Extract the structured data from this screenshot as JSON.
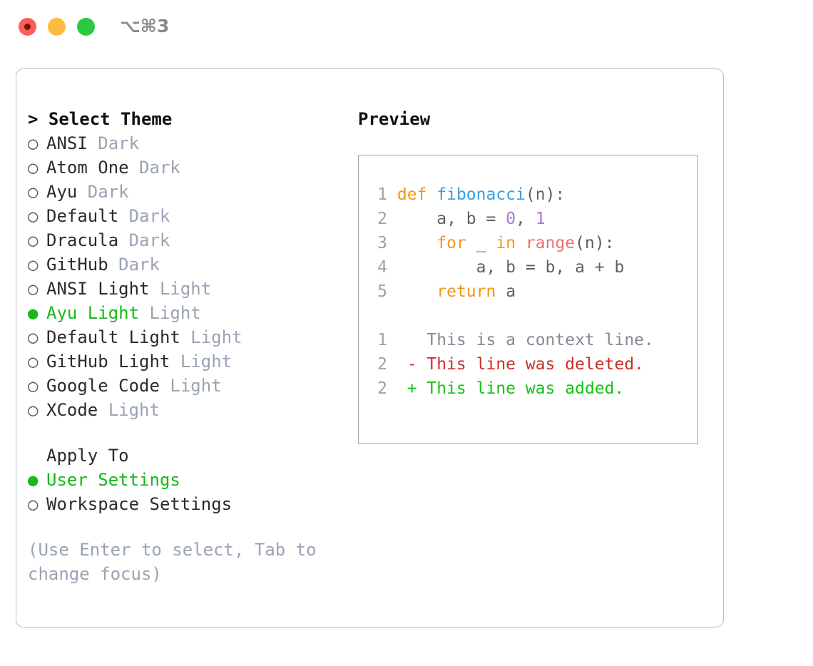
{
  "window": {
    "shortcut": "⌥⌘3",
    "traffic_lights": [
      "close-red",
      "minimize-yellow",
      "maximize-green"
    ]
  },
  "theme_panel": {
    "header": "> Select Theme",
    "marker_selected": "●",
    "marker_unselected": "○",
    "items": [
      {
        "name": "ANSI",
        "variant": "Dark",
        "selected": false
      },
      {
        "name": "Atom One",
        "variant": "Dark",
        "selected": false
      },
      {
        "name": "Ayu",
        "variant": "Dark",
        "selected": false
      },
      {
        "name": "Default",
        "variant": "Dark",
        "selected": false
      },
      {
        "name": "Dracula",
        "variant": "Dark",
        "selected": false
      },
      {
        "name": "GitHub",
        "variant": "Dark",
        "selected": false
      },
      {
        "name": "ANSI Light",
        "variant": "Light",
        "selected": false
      },
      {
        "name": "Ayu Light",
        "variant": "Light",
        "selected": true
      },
      {
        "name": "Default Light",
        "variant": "Light",
        "selected": false
      },
      {
        "name": "GitHub Light",
        "variant": "Light",
        "selected": false
      },
      {
        "name": "Google Code",
        "variant": "Light",
        "selected": false
      },
      {
        "name": "XCode",
        "variant": "Light",
        "selected": false
      }
    ]
  },
  "apply_to": {
    "header": "Apply To",
    "items": [
      {
        "name": "User Settings",
        "selected": true
      },
      {
        "name": "Workspace Settings",
        "selected": false
      }
    ]
  },
  "hint": "(Use Enter to select, Tab to change focus)",
  "preview": {
    "title": "Preview",
    "code_lines": [
      {
        "number": "1",
        "tokens": [
          {
            "text": "def ",
            "kind": "kw"
          },
          {
            "text": "fibonacci",
            "kind": "fn"
          },
          {
            "text": "(n):",
            "kind": "txt"
          }
        ]
      },
      {
        "number": "2",
        "tokens": [
          {
            "text": "    a, b = ",
            "kind": "txt"
          },
          {
            "text": "0",
            "kind": "num"
          },
          {
            "text": ", ",
            "kind": "txt"
          },
          {
            "text": "1",
            "kind": "num"
          }
        ]
      },
      {
        "number": "3",
        "tokens": [
          {
            "text": "    ",
            "kind": "txt"
          },
          {
            "text": "for",
            "kind": "kw"
          },
          {
            "text": " _ ",
            "kind": "txt"
          },
          {
            "text": "in",
            "kind": "kw"
          },
          {
            "text": " ",
            "kind": "txt"
          },
          {
            "text": "range",
            "kind": "call"
          },
          {
            "text": "(n):",
            "kind": "txt"
          }
        ]
      },
      {
        "number": "4",
        "tokens": [
          {
            "text": "        a, b = b, a + b",
            "kind": "txt"
          }
        ]
      },
      {
        "number": "5",
        "tokens": [
          {
            "text": "    ",
            "kind": "txt"
          },
          {
            "text": "return",
            "kind": "kw"
          },
          {
            "text": " a",
            "kind": "txt"
          }
        ]
      }
    ],
    "diff_lines": [
      {
        "number": "1",
        "prefix": "  ",
        "text": "This is a context line.",
        "kind": "ctx"
      },
      {
        "number": "2",
        "prefix": "- ",
        "text": "This line was deleted.",
        "kind": "del"
      },
      {
        "number": "2",
        "prefix": "+ ",
        "text": "This line was added.",
        "kind": "add"
      }
    ]
  },
  "colors": {
    "accent_green": "#17b81c",
    "muted": "#9aa3b2",
    "keyword": "#f29718",
    "function": "#399ee6",
    "call": "#f07171",
    "number": "#a37acc",
    "diff_delete": "#cc2f26",
    "diff_add": "#13c213",
    "border": "#b6bfcc"
  }
}
